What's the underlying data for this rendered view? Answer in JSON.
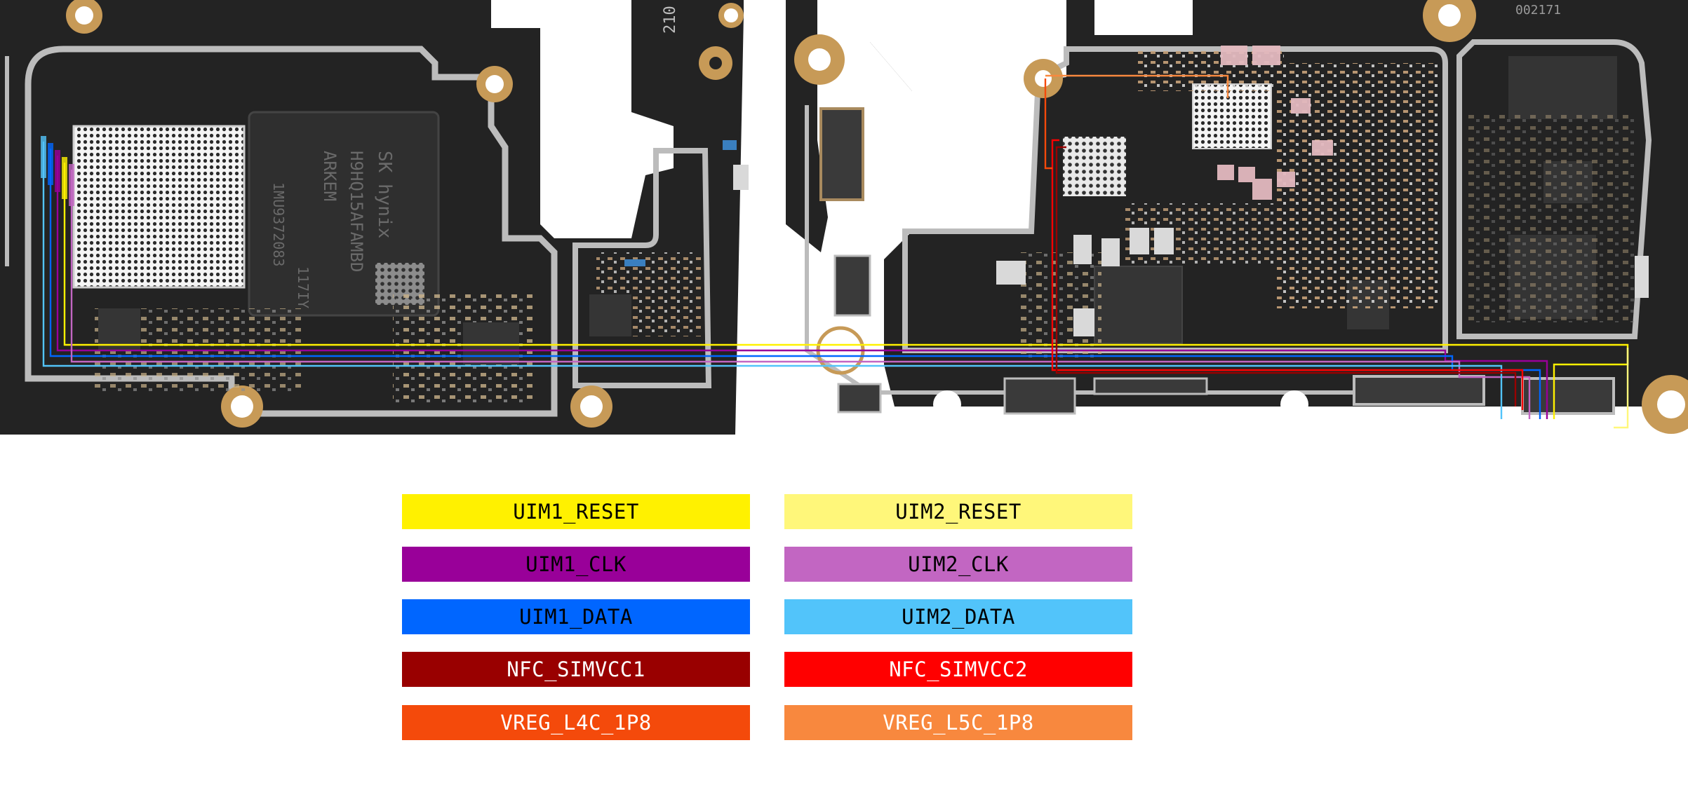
{
  "board": {
    "chip_texts": {
      "mem_brand": "SK hynix",
      "mem_part": "H9HQ15AFAMBD",
      "mem_code": "ARKEM",
      "mem_lot": "1MU9372083",
      "mem_date": "117IY",
      "silk_label": "210",
      "corner_code": "002171"
    }
  },
  "legend": [
    {
      "label": "UIM1_RESET",
      "color": "#FFF100",
      "text_color": "#000000"
    },
    {
      "label": "UIM2_RESET",
      "color": "#FFF77A",
      "text_color": "#000000"
    },
    {
      "label": "UIM1_CLK",
      "color": "#990099",
      "text_color": "#000000"
    },
    {
      "label": "UIM2_CLK",
      "color": "#C266C2",
      "text_color": "#000000"
    },
    {
      "label": "UIM1_DATA",
      "color": "#0066FF",
      "text_color": "#000000"
    },
    {
      "label": "UIM2_DATA",
      "color": "#52C4FA",
      "text_color": "#000000"
    },
    {
      "label": "NFC_SIMVCC1",
      "color": "#990000",
      "text_color": "#ffffff"
    },
    {
      "label": "NFC_SIMVCC2",
      "color": "#FF0000",
      "text_color": "#ffffff"
    },
    {
      "label": "VREG_L4C_1P8",
      "color": "#F44A0B",
      "text_color": "#ffffff"
    },
    {
      "label": "VREG_L5C_1P8",
      "color": "#F8883E",
      "text_color": "#ffffff"
    }
  ],
  "colors": {
    "board": "#232323",
    "frame": "#bcbcbc",
    "gold": "#c79a57",
    "component": "#3a3a3a"
  }
}
